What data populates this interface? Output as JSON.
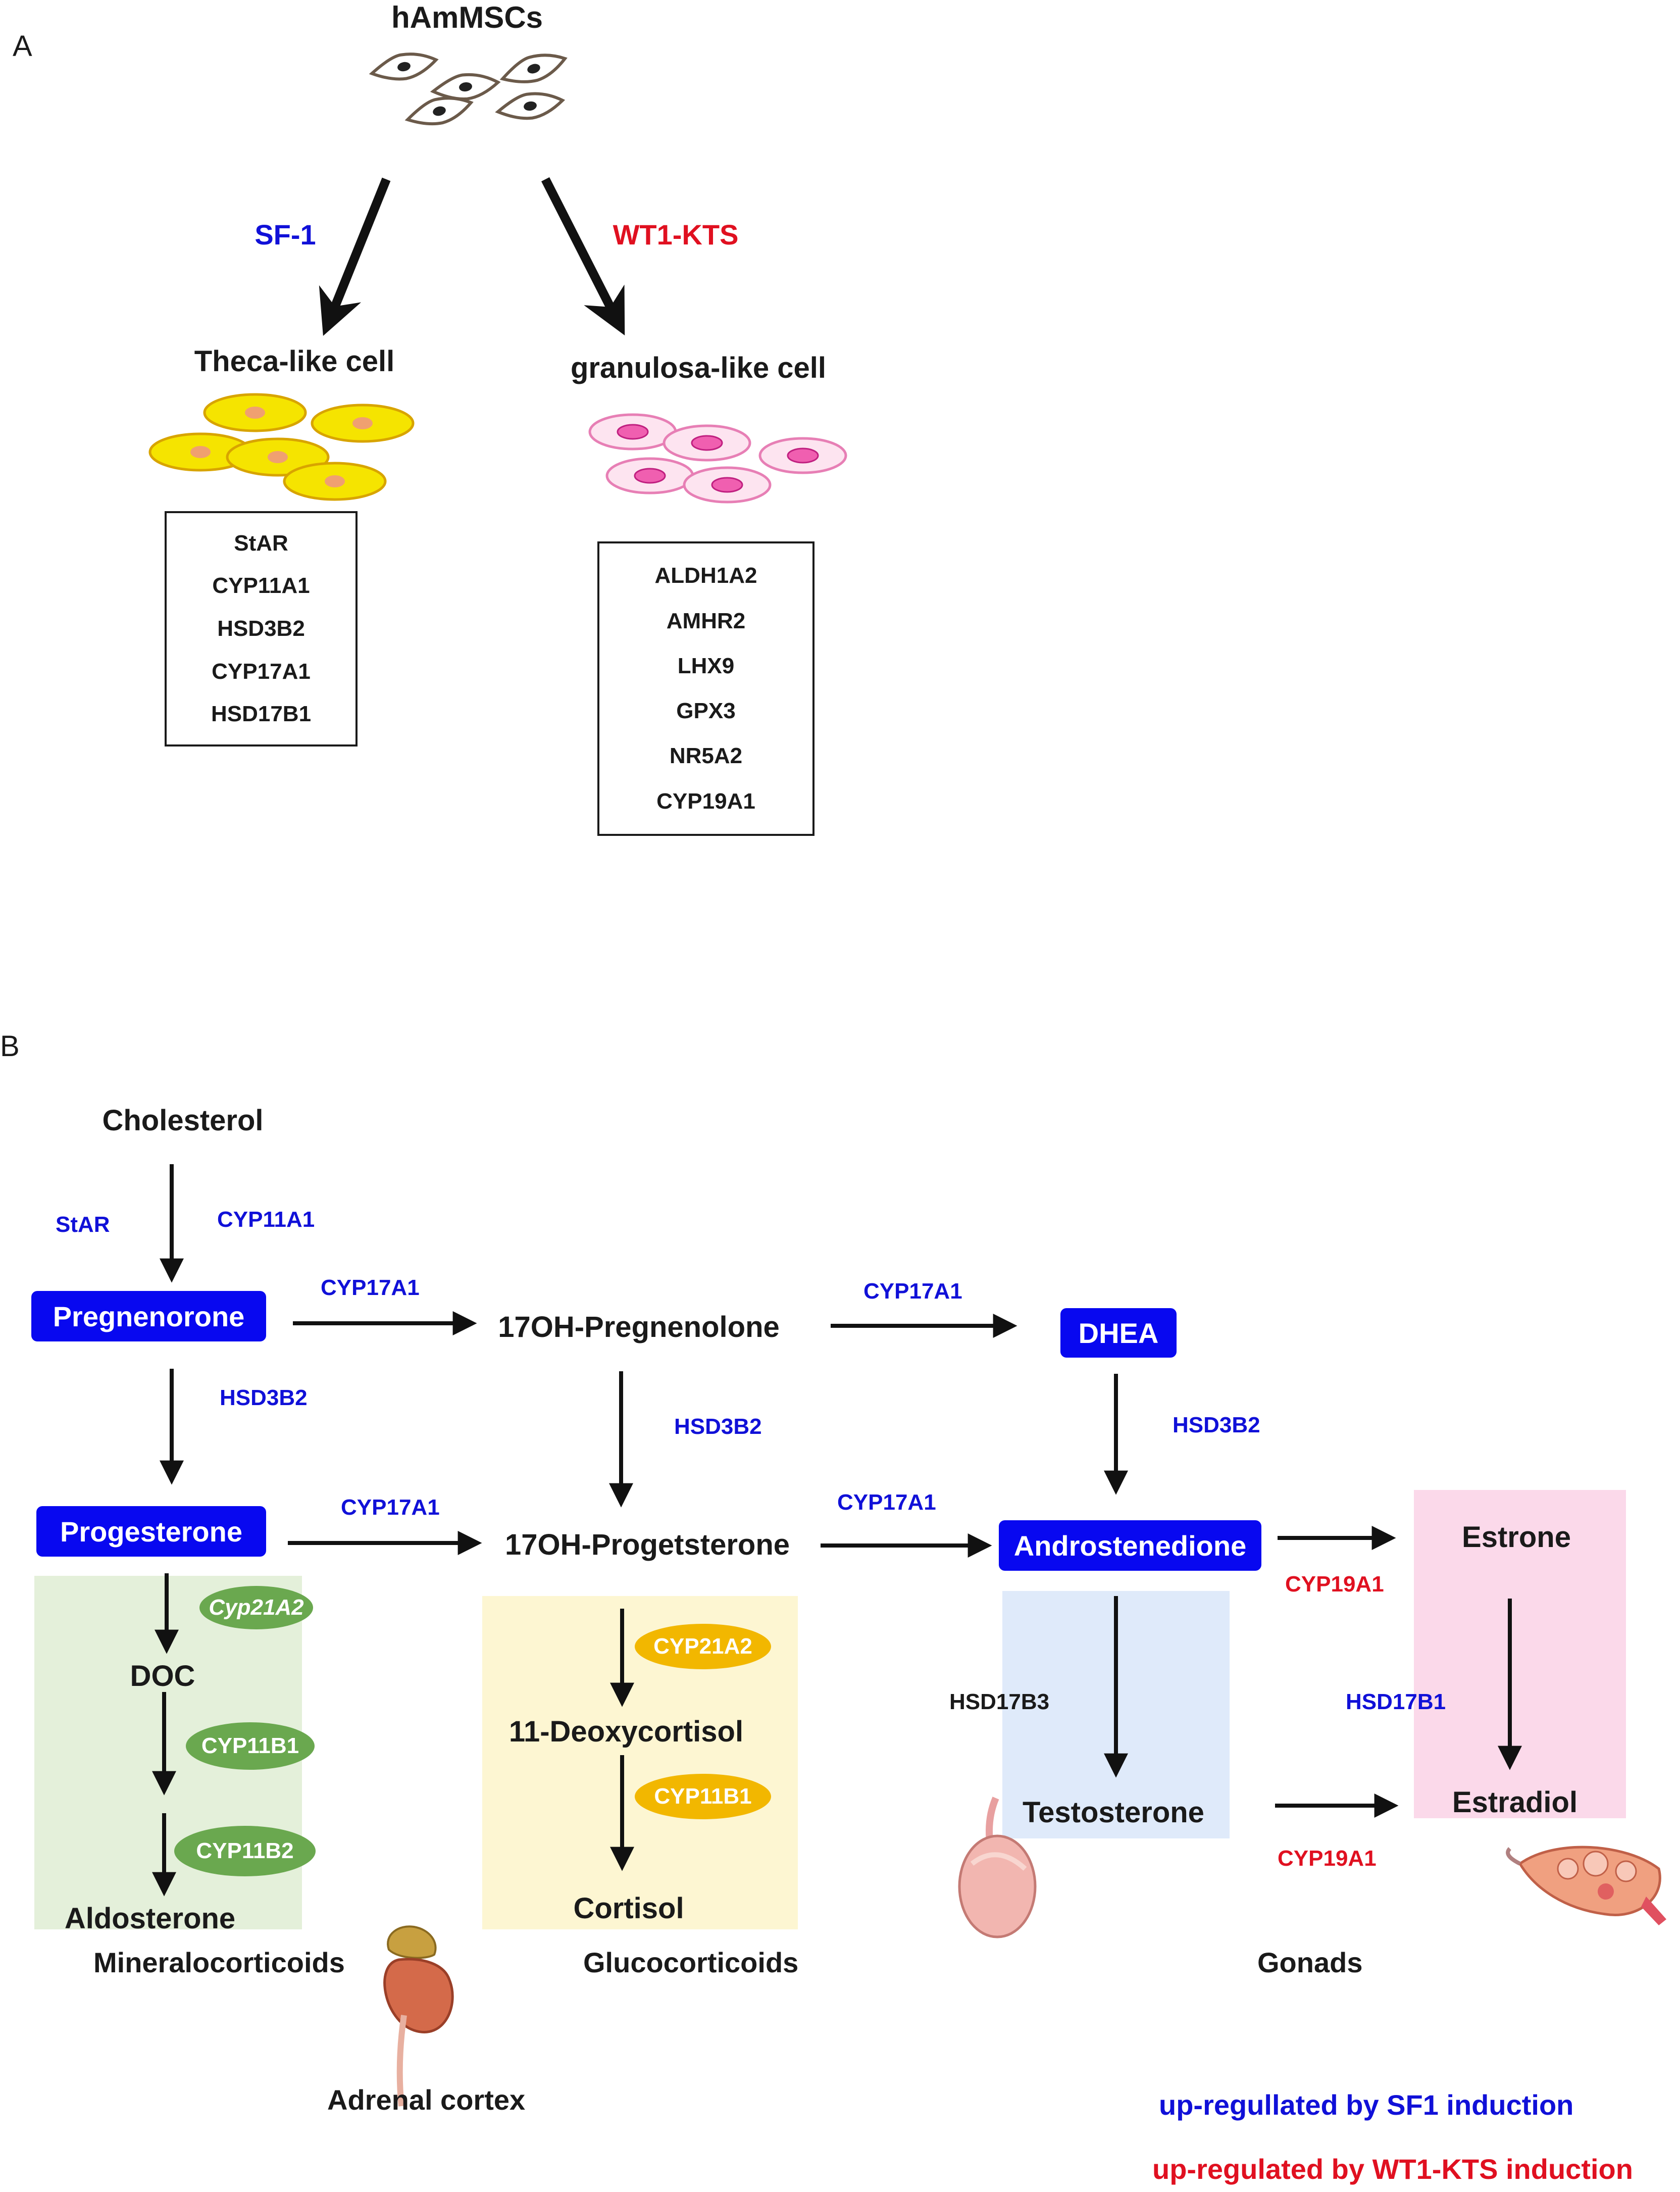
{
  "panel_a": {
    "letter": "A",
    "source": "hAmMSCs",
    "left_factor": "SF-1",
    "right_factor": "WT1-KTS",
    "theca_title": "Theca-like cell",
    "granulosa_title": "granulosa-like cell",
    "theca_genes": [
      "StAR",
      "CYP11A1",
      "HSD3B2",
      "CYP17A1",
      "HSD17B1"
    ],
    "granulosa_genes": [
      "ALDH1A2",
      "AMHR2",
      "LHX9",
      "GPX3",
      "NR5A2",
      "CYP19A1"
    ]
  },
  "panel_b": {
    "letter": "B",
    "nodes": {
      "cholesterol": "Cholesterol",
      "pregnenorone": "Pregnenorone",
      "oh_pregnenolone": "17OH-Pregnenolone",
      "dhea": "DHEA",
      "progesterone": "Progesterone",
      "oh_progetsterone": "17OH-Progetsterone",
      "androstenedione": "Androstenedione",
      "estrone": "Estrone",
      "doc": "DOC",
      "aldosterone": "Aldosterone",
      "deoxycortisol": "11-Deoxycortisol",
      "cortisol": "Cortisol",
      "testosterone": "Testosterone",
      "estradiol": "Estradiol"
    },
    "enzymes": {
      "star": "StAR",
      "cyp11a1": "CYP11A1",
      "cyp17a1_1": "CYP17A1",
      "cyp17a1_2": "CYP17A1",
      "cyp17a1_3": "CYP17A1",
      "cyp17a1_4": "CYP17A1",
      "hsd3b2_1": "HSD3B2",
      "hsd3b2_2": "HSD3B2",
      "hsd3b2_3": "HSD3B2",
      "cyp19a1_1": "CYP19A1",
      "cyp19a1_2": "CYP19A1",
      "hsd17b3": "HSD17B3",
      "hsd17b1": "HSD17B1",
      "cyp21a2_green": "Cyp21A2",
      "cyp11b1_green": "CYP11B1",
      "cyp11b2_green": "CYP11B2",
      "cyp21a2_amber": "CYP21A2",
      "cyp11b1_amber": "CYP11B1"
    },
    "categories": {
      "mineralocorticoids": "Mineralocorticoids",
      "glucocorticoids": "Glucocorticoids",
      "gonads": "Gonads",
      "adrenal_cortex": "Adrenal cortex"
    },
    "legend": {
      "sf1": "up-regullated by SF1 induction",
      "wt1": "up-regulated by WT1-KTS induction"
    }
  },
  "colors": {
    "sf1_blue": "#1010d8",
    "wt1_red": "#e01020",
    "highlight_blue": "#0808f0",
    "mineralo_bg": "#e4f0da",
    "gluco_bg": "#fdf6d2",
    "testo_bg": "#dfeafa",
    "estro_bg": "#fbd9ea",
    "theca_yellow": "#f5e400",
    "granulosa_pink": "#f4a9d0"
  }
}
